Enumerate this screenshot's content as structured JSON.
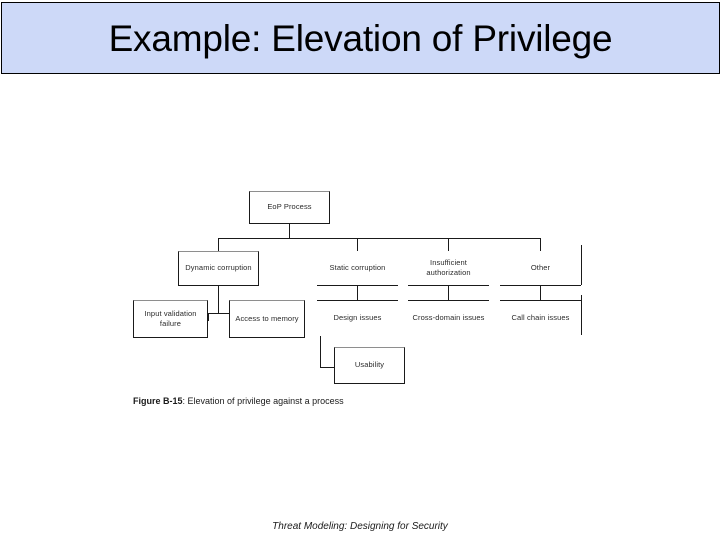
{
  "slide": {
    "title": "Example: Elevation of Privilege",
    "title_bg": "#cdd9f8",
    "title_border": "#000000",
    "background": "#ffffff"
  },
  "figure": {
    "caption_number": "Figure B-15",
    "caption_separator": ":",
    "caption_text": " Elevation of privilege against a process",
    "line_color": "#1a1a1a",
    "nodes": {
      "root": "EoP Process",
      "dynamic_corruption": "Dynamic corruption",
      "static_corruption": "Static corruption",
      "insufficient_authorization": "Insufficient authorization",
      "other": "Other",
      "input_validation_failure": "Input validation failure",
      "access_to_memory": "Access to memory",
      "design_issues": "Design issues",
      "cross_domain_issues": "Cross-domain issues",
      "call_chain_issues": "Call chain issues",
      "usability": "Usability"
    },
    "tree": {
      "type": "attack-tree",
      "root": "EoP Process",
      "children": [
        {
          "label": "Dynamic corruption",
          "children": [
            {
              "label": "Input validation failure",
              "children": []
            },
            {
              "label": "Access to memory",
              "children": []
            }
          ]
        },
        {
          "label": "Static corruption",
          "children": [
            {
              "label": "Design issues",
              "children": [
                {
                  "label": "Usability",
                  "children": []
                }
              ]
            }
          ]
        },
        {
          "label": "Insufficient authorization",
          "children": [
            {
              "label": "Cross-domain issues",
              "children": []
            }
          ]
        },
        {
          "label": "Other",
          "children": [
            {
              "label": "Call chain issues",
              "children": []
            }
          ]
        }
      ]
    }
  },
  "footer": {
    "text": "Threat Modeling: Designing for Security"
  }
}
